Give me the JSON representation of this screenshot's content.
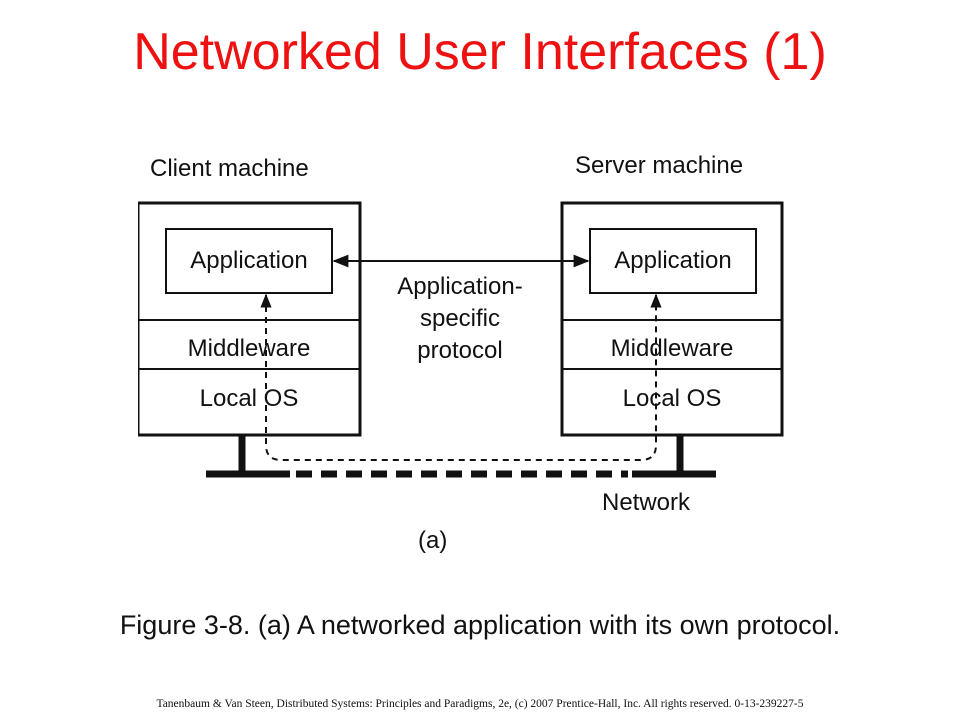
{
  "slide": {
    "title": "Networked User Interfaces (1)",
    "caption": "Figure 3-8. (a) A networked application with its own protocol.",
    "footer": "Tanenbaum & Van Steen, Distributed Systems: Principles and Paradigms, 2e, (c) 2007 Prentice-Hall, Inc. All rights reserved. 0-13-239227-5",
    "title_color": "#ee1111"
  },
  "diagram": {
    "client": {
      "label": "Client machine",
      "layers": [
        "Application",
        "Middleware",
        "Local OS"
      ]
    },
    "server": {
      "label": "Server machine",
      "layers": [
        "Application",
        "Middleware",
        "Local OS"
      ]
    },
    "protocol_label": [
      "Application-",
      "specific",
      "protocol"
    ],
    "network_label": "Network",
    "subfigure_label": "(a)"
  }
}
